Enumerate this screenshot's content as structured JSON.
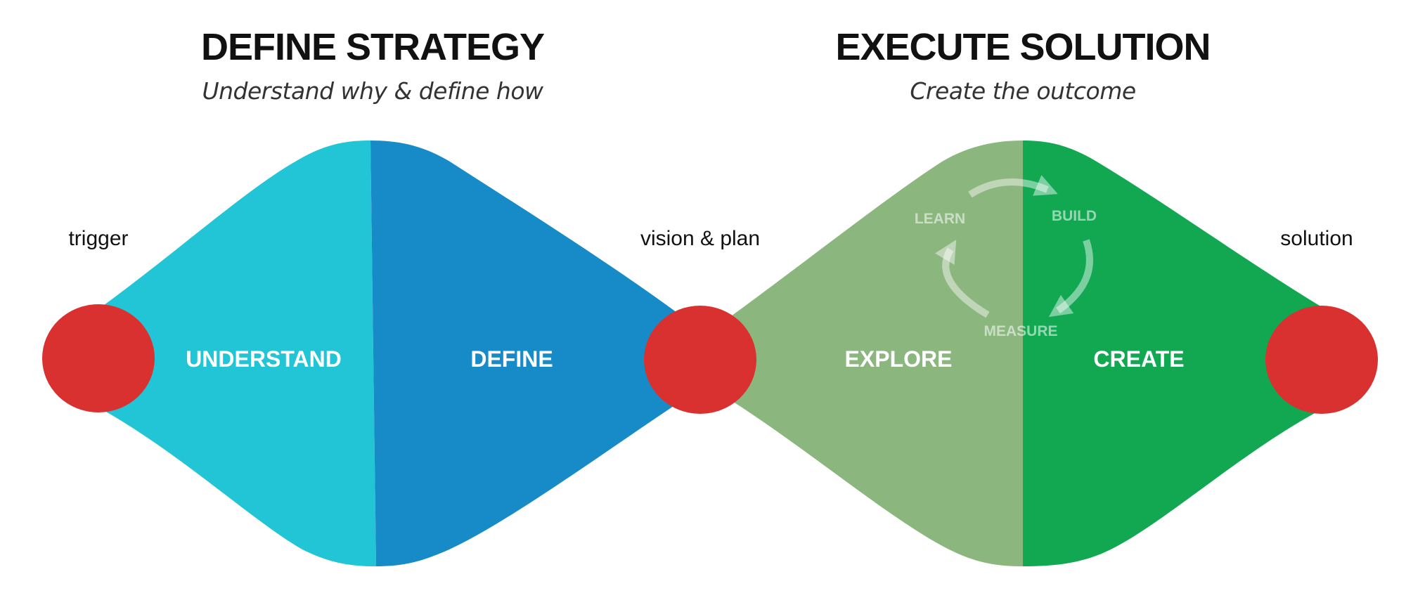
{
  "sections": {
    "strategy": {
      "title": "DEFINE STRATEGY",
      "subtitle": "Understand why & define how"
    },
    "solution": {
      "title": "EXECUTE SOLUTION",
      "subtitle": "Create the outcome"
    }
  },
  "phases": {
    "understand": {
      "label": "UNDERSTAND",
      "color": "#22c5d6"
    },
    "define": {
      "label": "DEFINE",
      "color": "#178ac8"
    },
    "explore": {
      "label": "EXPLORE",
      "color": "#8bb77f"
    },
    "create": {
      "label": "CREATE",
      "color": "#12a852"
    }
  },
  "milestones": {
    "trigger": "trigger",
    "vision": "vision & plan",
    "solution": "solution",
    "color": "#d93030"
  },
  "cycle": {
    "learn": "LEARN",
    "build": "BUILD",
    "measure": "MEASURE"
  }
}
